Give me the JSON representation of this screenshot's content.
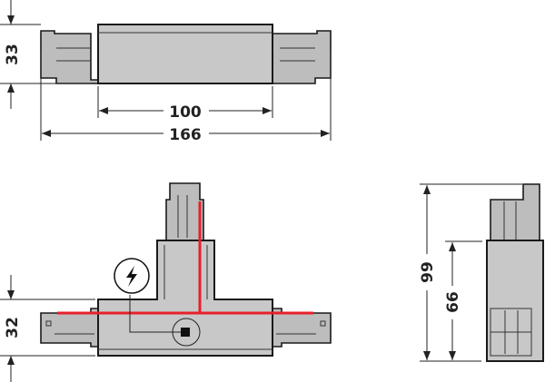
{
  "title": "Track T-connector dimension drawing",
  "dimensions": {
    "top_height": "33",
    "top_body_length": "100",
    "top_total_length": "166",
    "t_height": "32",
    "side_total_height": "99",
    "side_body_height": "66"
  },
  "colors": {
    "live_conductor": "#e8202a",
    "housing": "#c8c8c8",
    "outline": "#1a1a1a"
  },
  "icons": [
    "power-feed-lightning-icon",
    "earth-terminal-icon"
  ]
}
